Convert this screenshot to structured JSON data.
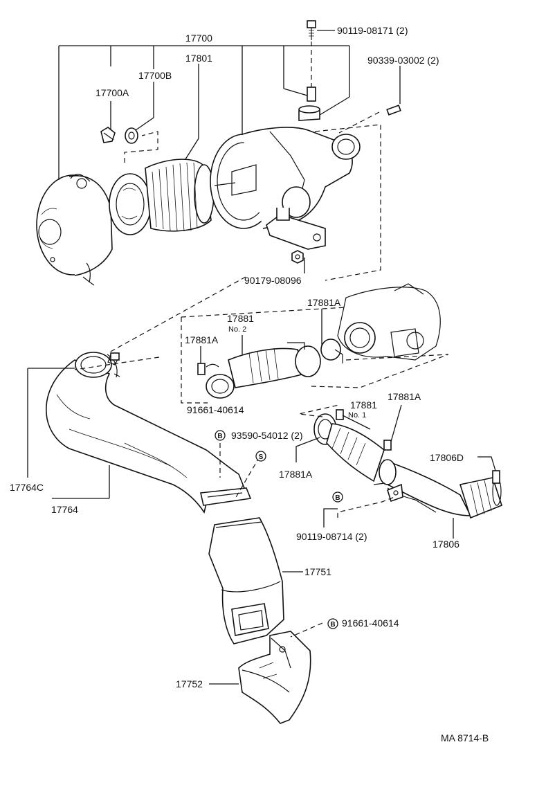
{
  "diagram": {
    "labels": {
      "p17700": "17700",
      "p17801": "17801",
      "p17700B": "17700B",
      "p17700A": "17700A",
      "p90119_08171": "90119-08171 (2)",
      "p90339_03002": "90339-03002 (2)",
      "p90179_08096": "90179-08096",
      "p17881A_top": "17881A",
      "p17881_no2": "17881",
      "p17881_no2_sub": "No. 2",
      "p17881A_left": "17881A",
      "p91661_40614_a": "91661-40614",
      "p93590_54012": "93590-54012 (2)",
      "p17881_no1": "17881",
      "p17881_no1_sub": "No. 1",
      "p17881A_right": "17881A",
      "p17881A_mid": "17881A",
      "p17806D": "17806D",
      "p17764C": "17764C",
      "p17764": "17764",
      "p90119_08714": "90119-08714 (2)",
      "p17806": "17806",
      "p17751": "17751",
      "p91661_40614_b": "91661-40614",
      "p17752": "17752",
      "ref": "MA 8714-B"
    },
    "badges": {
      "b1": "B",
      "s1": "S",
      "b2": "B",
      "b3": "B"
    }
  }
}
